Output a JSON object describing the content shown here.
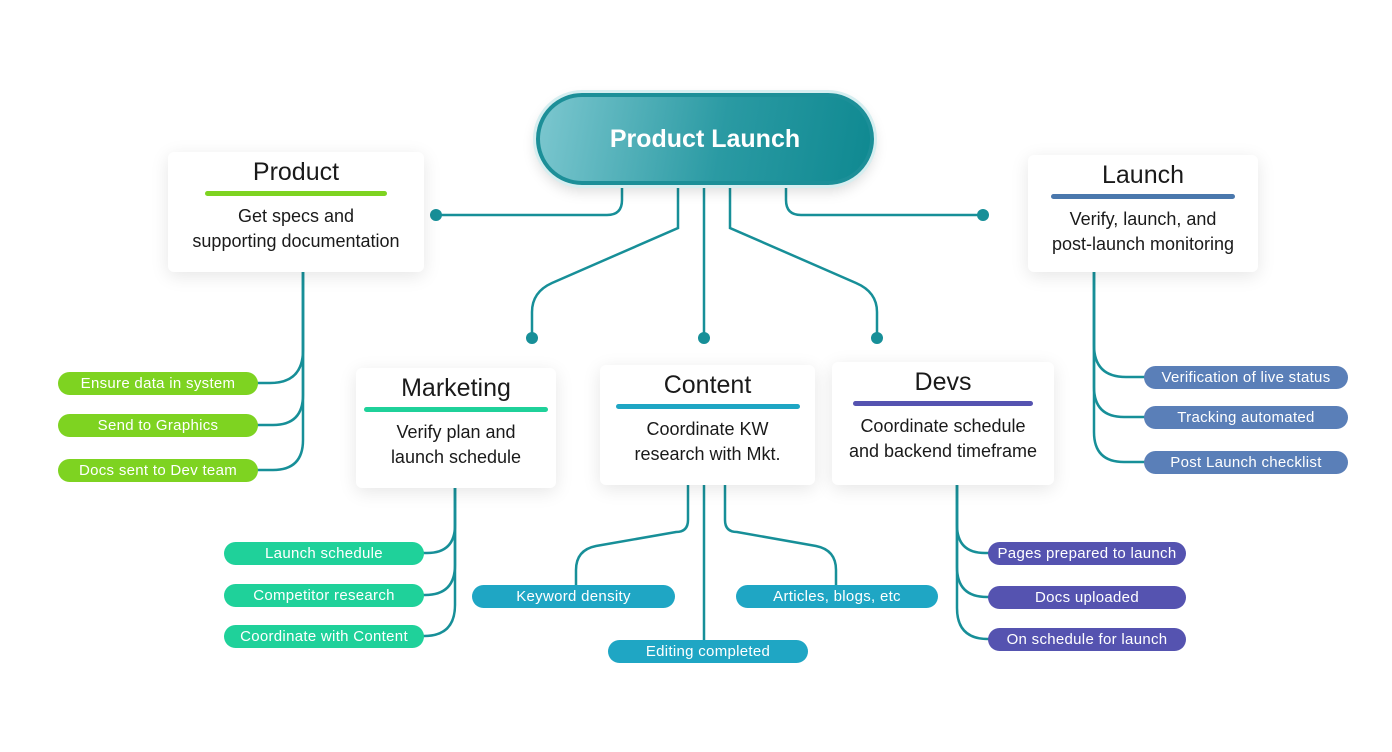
{
  "central": {
    "label": "Product Launch"
  },
  "colors": {
    "connector": "#178f98",
    "product": "#7ed321",
    "marketing": "#1fd19a",
    "content": "#1fa6c4",
    "devs": "#5553b0",
    "launch": "#4a78ad"
  },
  "branches": {
    "product": {
      "title": "Product",
      "description_line1": "Get specs and",
      "description_line2": "supporting documentation",
      "items": [
        "Ensure data in system",
        "Send to Graphics",
        "Docs sent to Dev team"
      ]
    },
    "marketing": {
      "title": "Marketing",
      "description_line1": "Verify plan and",
      "description_line2": "launch schedule",
      "items": [
        "Launch schedule",
        "Competitor research",
        "Coordinate with Content"
      ]
    },
    "content": {
      "title": "Content",
      "description_line1": "Coordinate KW",
      "description_line2": "research with Mkt.",
      "items": [
        "Keyword density",
        "Articles, blogs, etc",
        "Editing completed"
      ]
    },
    "devs": {
      "title": "Devs",
      "description_line1": "Coordinate schedule",
      "description_line2": "and backend timeframe",
      "items": [
        "Pages prepared to launch",
        "Docs uploaded",
        "On schedule for launch"
      ]
    },
    "launch": {
      "title": "Launch",
      "description_line1": "Verify, launch, and",
      "description_line2": "post-launch monitoring",
      "items": [
        "Verification of live status",
        "Tracking automated",
        "Post Launch checklist"
      ]
    }
  }
}
